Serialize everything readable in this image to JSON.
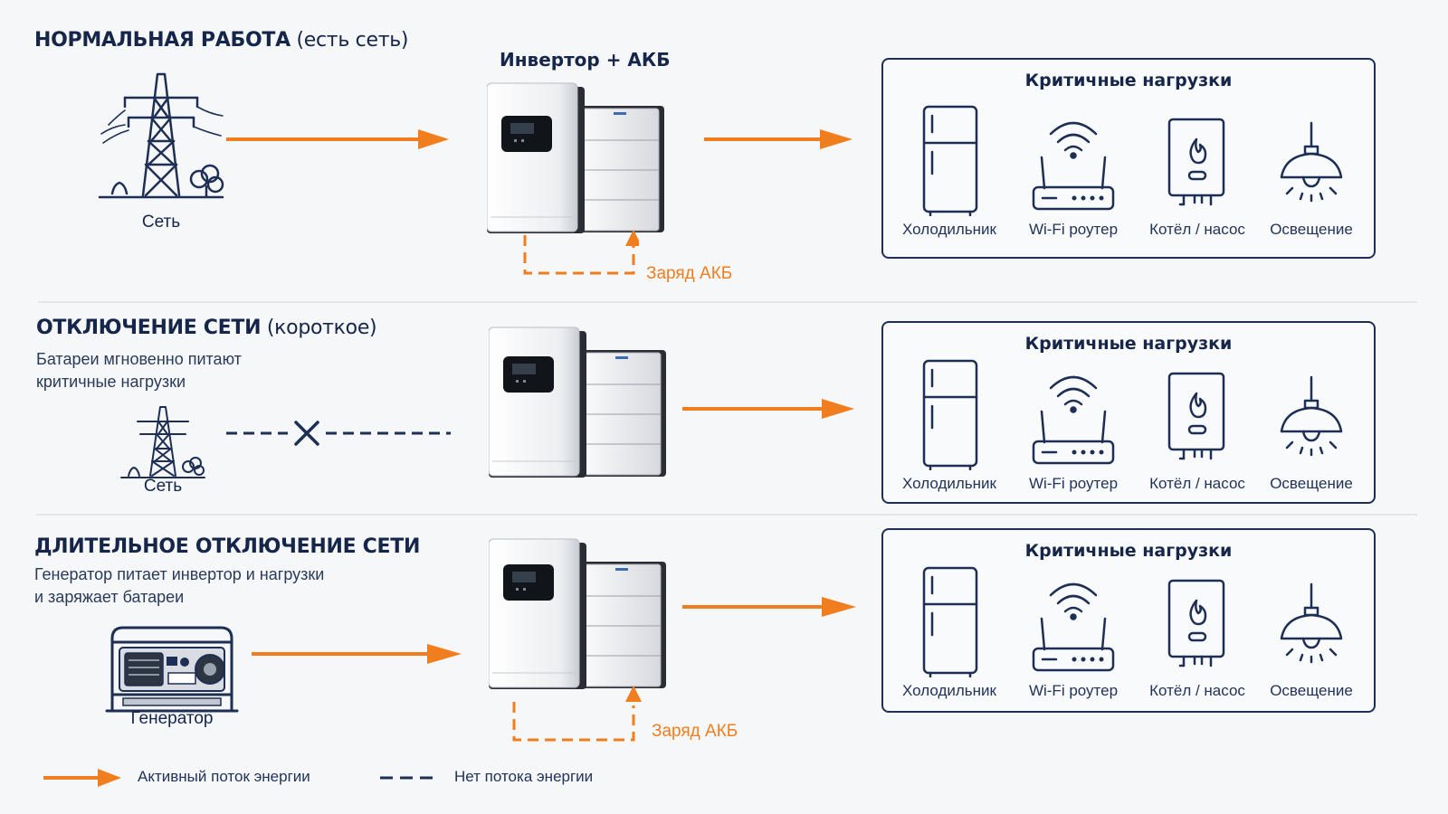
{
  "sections": [
    {
      "title_main": "НОРМАЛЬНАЯ РАБОТА",
      "title_extra": " (есть сеть)",
      "subtitle_lines": [],
      "source_label": "Сеть",
      "inverter_title": "Инвертор + АКБ",
      "charge_label": "Заряд АКБ",
      "loads_title": "Критичные нагрузки"
    },
    {
      "title_main": "ОТКЛЮЧЕНИЕ СЕТИ",
      "title_extra": " (короткое)",
      "subtitle_lines": [
        "Батареи мгновенно питают",
        "критичные нагрузки"
      ],
      "source_label": "Сеть",
      "loads_title": "Критичные нагрузки"
    },
    {
      "title_main": "ДЛИТЕЛЬНОЕ ОТКЛЮЧЕНИЕ СЕТИ",
      "title_extra": "",
      "subtitle_lines": [
        "Генератор питает инвертор и нагрузки",
        "и заряжает батареи"
      ],
      "source_label": "Генератор",
      "charge_label": "Заряд АКБ",
      "loads_title": "Критичные нагрузки"
    }
  ],
  "loads": [
    {
      "label": "Холодильник",
      "icon": "fridge-icon"
    },
    {
      "label": "Wi-Fi роутер",
      "icon": "router-icon"
    },
    {
      "label": "Котёл / насос",
      "icon": "boiler-icon"
    },
    {
      "label": "Освещение",
      "icon": "lamp-icon"
    }
  ],
  "legend": {
    "active_flow": "Активный поток энергии",
    "no_flow": "Нет потока энергии"
  },
  "colors": {
    "navy": "#1e2f55",
    "orange": "#f07d1e",
    "background": "#f6f7f8"
  }
}
